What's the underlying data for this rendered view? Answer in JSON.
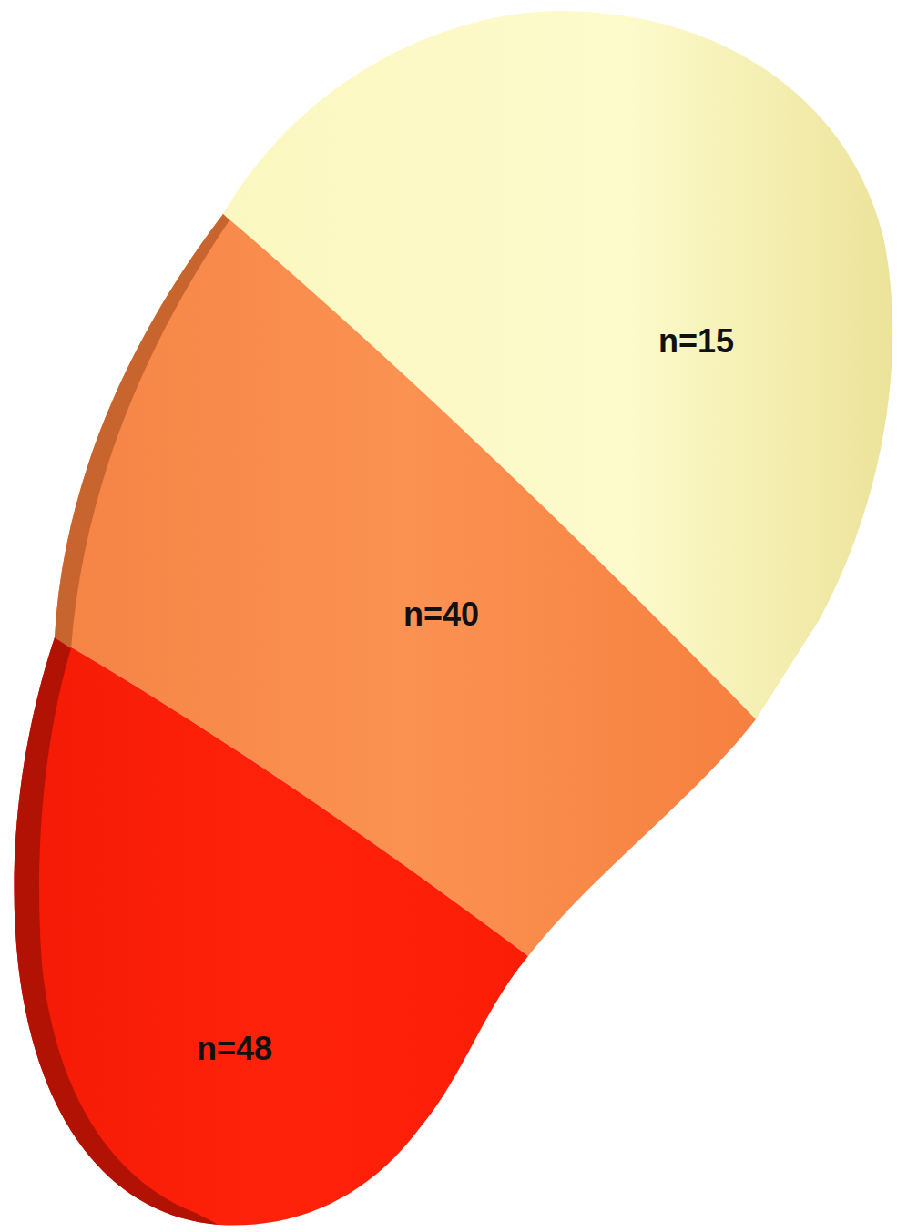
{
  "diagram": {
    "nodes": [
      {
        "text": [
          "n=15"
        ]
      },
      {
        "text": [
          "n=40"
        ]
      },
      {
        "text": [
          "n=48"
        ]
      }
    ]
  }
}
